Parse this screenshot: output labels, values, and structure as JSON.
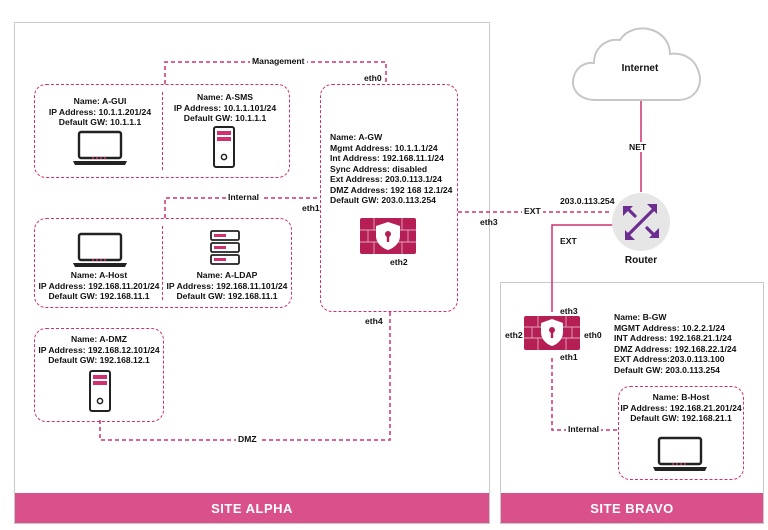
{
  "sites": {
    "alpha": "SITE ALPHA",
    "bravo": "SITE BRAVO"
  },
  "networks": {
    "management": "Management",
    "internal_a": "Internal",
    "dmz": "DMZ",
    "ext": "EXT",
    "ext_b": "EXT",
    "net": "NET",
    "internal_b": "Internal"
  },
  "internet": {
    "label": "Internet"
  },
  "router": {
    "label": "Router",
    "ip": "203.0.113.254"
  },
  "a_gui": {
    "lines": [
      "Name: A-GUI",
      "IP Address: 10.1.1.201/24",
      "Default GW: 10.1.1.1"
    ]
  },
  "a_sms": {
    "lines": [
      "Name: A-SMS",
      "IP Address: 10.1.1.101/24",
      "Default GW: 10.1.1.1"
    ]
  },
  "a_host": {
    "lines": [
      "Name: A-Host",
      "IP Address: 192.168.11.201/24",
      "Default GW: 192.168.11.1"
    ]
  },
  "a_ldap": {
    "lines": [
      "Name: A-LDAP",
      "IP Address: 192.168.11.101/24",
      "Default GW: 192.168.11.1"
    ]
  },
  "a_dmz": {
    "lines": [
      "Name: A-DMZ",
      "IP Address: 192.168.12.101/24",
      "Default GW: 192.168.12.1"
    ]
  },
  "a_gw": {
    "lines": [
      "Name: A-GW",
      "Mgmt Address: 10.1.1.1/24",
      "Int Address: 192.168.11.1/24",
      "Sync Address: disabled",
      "Ext Address: 203.0.113.1/24",
      "DMZ Address: 192 168 12.1/24",
      "Default GW: 203.0.113.254"
    ],
    "eth0": "eth0",
    "eth1": "eth1",
    "eth2": "eth2",
    "eth3": "eth3",
    "eth4": "eth4"
  },
  "b_gw": {
    "lines": [
      "Name: B-GW",
      "MGMT Address: 10.2.2.1/24",
      "INT Address: 192.168.21.1/24",
      "DMZ Address: 192.168.22.1/24",
      "EXT Address:203.0.113.100",
      "Default GW: 203.0.113.254"
    ],
    "eth0": "eth0",
    "eth1": "eth1",
    "eth2": "eth2",
    "eth3": "eth3"
  },
  "b_host": {
    "lines": [
      "Name: B-Host",
      "IP Address: 192.168.21.201/24",
      "Default GW: 192.168.21.1"
    ]
  },
  "colors": {
    "accent": "#d0306f",
    "band": "#d9508a",
    "firewall": "#b51f55",
    "router": "#6b2d90"
  }
}
